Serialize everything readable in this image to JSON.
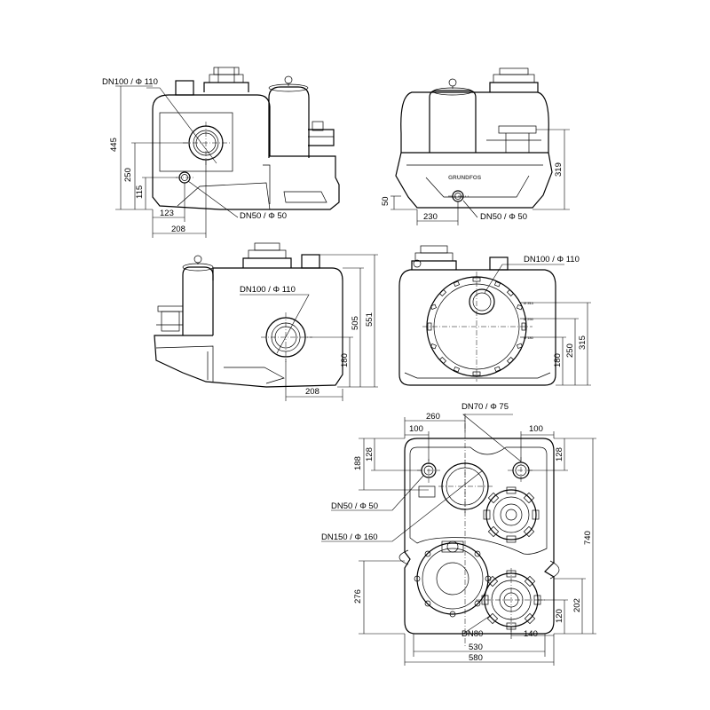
{
  "brand": "GRUNDFOS",
  "views": {
    "side_left": {
      "label_inlet": "DN100 /  Φ 110",
      "label_vent": "DN50 /  Φ 50",
      "dim_height": "445",
      "dim_inlet_height": "250",
      "dim_vent_height": "115",
      "dim_inlet_offset": "123",
      "dim_width": "208"
    },
    "front": {
      "label_vent": "DN50 /  Φ 50",
      "dim_width": "230",
      "dim_vent_height": "50",
      "dim_outlet_height": "319"
    },
    "side_right": {
      "label_inlet": "DN100 /  Φ 110",
      "dim_total_height": "551",
      "dim_height": "505",
      "dim_inlet_height": "180",
      "dim_inlet_offset": "208"
    },
    "back": {
      "label_inlet": "DN100 /  Φ 110",
      "dim_315": "315",
      "dim_250": "250",
      "dim_180": "180",
      "tick_a": "Ø 315",
      "tick_b": "Ø 250",
      "tick_c": "Ø 180"
    },
    "top": {
      "label_dn70": "DN70 /  Φ 75",
      "label_dn50": "DN50 /  Φ 50",
      "label_dn150": "DN150 /  Φ 160",
      "label_dn80": "DN80",
      "dim_260": "260",
      "dim_100_left": "100",
      "dim_100_right": "100",
      "dim_188": "188",
      "dim_128_left": "128",
      "dim_128_right": "128",
      "dim_740": "740",
      "dim_276": "276",
      "dim_202": "202",
      "dim_120": "120",
      "dim_140": "140",
      "dim_530": "530",
      "dim_580": "580"
    }
  }
}
